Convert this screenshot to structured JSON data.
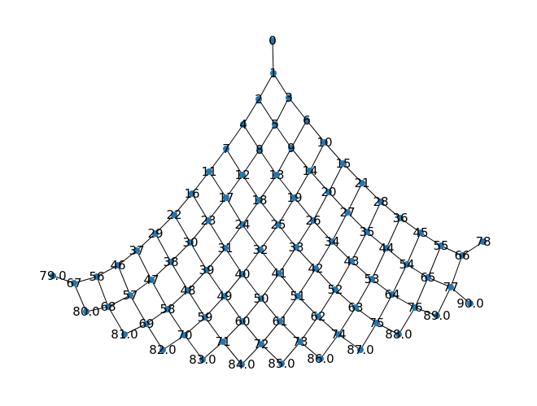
{
  "graph": {
    "node_color": "#1f77b4",
    "edge_color": "#000000",
    "label_color": "#000000",
    "nodes": [
      {
        "id": "0",
        "label": "0"
      },
      {
        "id": "1",
        "label": "1"
      },
      {
        "id": "2",
        "label": "2"
      },
      {
        "id": "3",
        "label": "3"
      },
      {
        "id": "4",
        "label": "4"
      },
      {
        "id": "5",
        "label": "5"
      },
      {
        "id": "6",
        "label": "6"
      },
      {
        "id": "7",
        "label": "7"
      },
      {
        "id": "8",
        "label": "8"
      },
      {
        "id": "9",
        "label": "9"
      },
      {
        "id": "10",
        "label": "10"
      },
      {
        "id": "11",
        "label": "11"
      },
      {
        "id": "12",
        "label": "12"
      },
      {
        "id": "13",
        "label": "13"
      },
      {
        "id": "14",
        "label": "14"
      },
      {
        "id": "15",
        "label": "15"
      },
      {
        "id": "16",
        "label": "16"
      },
      {
        "id": "17",
        "label": "17"
      },
      {
        "id": "18",
        "label": "18"
      },
      {
        "id": "19",
        "label": "19"
      },
      {
        "id": "20",
        "label": "20"
      },
      {
        "id": "21",
        "label": "21"
      },
      {
        "id": "22",
        "label": "22"
      },
      {
        "id": "23",
        "label": "23"
      },
      {
        "id": "24",
        "label": "24"
      },
      {
        "id": "25",
        "label": "25"
      },
      {
        "id": "26",
        "label": "26"
      },
      {
        "id": "27",
        "label": "27"
      },
      {
        "id": "28",
        "label": "28"
      },
      {
        "id": "29",
        "label": "29"
      },
      {
        "id": "30",
        "label": "30"
      },
      {
        "id": "31",
        "label": "31"
      },
      {
        "id": "32",
        "label": "32"
      },
      {
        "id": "33",
        "label": "33"
      },
      {
        "id": "34",
        "label": "34"
      },
      {
        "id": "35",
        "label": "35"
      },
      {
        "id": "36",
        "label": "36"
      },
      {
        "id": "37",
        "label": "37"
      },
      {
        "id": "38",
        "label": "38"
      },
      {
        "id": "39",
        "label": "39"
      },
      {
        "id": "40",
        "label": "40"
      },
      {
        "id": "41",
        "label": "41"
      },
      {
        "id": "42",
        "label": "42"
      },
      {
        "id": "43",
        "label": "43"
      },
      {
        "id": "44",
        "label": "44"
      },
      {
        "id": "45",
        "label": "45"
      },
      {
        "id": "46",
        "label": "46"
      },
      {
        "id": "47",
        "label": "47"
      },
      {
        "id": "48",
        "label": "48"
      },
      {
        "id": "49",
        "label": "49"
      },
      {
        "id": "50",
        "label": "50"
      },
      {
        "id": "51",
        "label": "51"
      },
      {
        "id": "52",
        "label": "52"
      },
      {
        "id": "53",
        "label": "53"
      },
      {
        "id": "54",
        "label": "54"
      },
      {
        "id": "55",
        "label": "55"
      },
      {
        "id": "56",
        "label": "56"
      },
      {
        "id": "57",
        "label": "57"
      },
      {
        "id": "58",
        "label": "58"
      },
      {
        "id": "59",
        "label": "59"
      },
      {
        "id": "60",
        "label": "60"
      },
      {
        "id": "61",
        "label": "61"
      },
      {
        "id": "62",
        "label": "62"
      },
      {
        "id": "63",
        "label": "63"
      },
      {
        "id": "64",
        "label": "64"
      },
      {
        "id": "65",
        "label": "65"
      },
      {
        "id": "66",
        "label": "66"
      },
      {
        "id": "67",
        "label": "67"
      },
      {
        "id": "68",
        "label": "68"
      },
      {
        "id": "69",
        "label": "69"
      },
      {
        "id": "70",
        "label": "70"
      },
      {
        "id": "71",
        "label": "71"
      },
      {
        "id": "72",
        "label": "72"
      },
      {
        "id": "73",
        "label": "73"
      },
      {
        "id": "74",
        "label": "74"
      },
      {
        "id": "75",
        "label": "75"
      },
      {
        "id": "76",
        "label": "76"
      },
      {
        "id": "77",
        "label": "77"
      },
      {
        "id": "78",
        "label": "78"
      },
      {
        "id": "79",
        "label": "79.0"
      },
      {
        "id": "80",
        "label": "80.0"
      },
      {
        "id": "81",
        "label": "81.0"
      },
      {
        "id": "82",
        "label": "82.0"
      },
      {
        "id": "83",
        "label": "83.0"
      },
      {
        "id": "84",
        "label": "84.0"
      },
      {
        "id": "85",
        "label": "85.0"
      },
      {
        "id": "86",
        "label": "86.0"
      },
      {
        "id": "87",
        "label": "87.0"
      },
      {
        "id": "88",
        "label": "88.0"
      },
      {
        "id": "89",
        "label": "89.0"
      },
      {
        "id": "90",
        "label": "90.0"
      }
    ],
    "edges": [
      [
        "0",
        "1"
      ],
      [
        "1",
        "2"
      ],
      [
        "1",
        "3"
      ],
      [
        "2",
        "4"
      ],
      [
        "2",
        "5"
      ],
      [
        "3",
        "5"
      ],
      [
        "3",
        "6"
      ],
      [
        "4",
        "7"
      ],
      [
        "4",
        "8"
      ],
      [
        "5",
        "8"
      ],
      [
        "5",
        "9"
      ],
      [
        "6",
        "9"
      ],
      [
        "6",
        "10"
      ],
      [
        "7",
        "11"
      ],
      [
        "7",
        "12"
      ],
      [
        "8",
        "12"
      ],
      [
        "8",
        "13"
      ],
      [
        "9",
        "13"
      ],
      [
        "9",
        "14"
      ],
      [
        "10",
        "14"
      ],
      [
        "10",
        "15"
      ],
      [
        "11",
        "16"
      ],
      [
        "11",
        "17"
      ],
      [
        "12",
        "17"
      ],
      [
        "12",
        "18"
      ],
      [
        "13",
        "18"
      ],
      [
        "13",
        "19"
      ],
      [
        "14",
        "19"
      ],
      [
        "14",
        "20"
      ],
      [
        "15",
        "20"
      ],
      [
        "15",
        "21"
      ],
      [
        "16",
        "22"
      ],
      [
        "16",
        "23"
      ],
      [
        "17",
        "23"
      ],
      [
        "17",
        "24"
      ],
      [
        "18",
        "24"
      ],
      [
        "18",
        "25"
      ],
      [
        "19",
        "25"
      ],
      [
        "19",
        "26"
      ],
      [
        "20",
        "26"
      ],
      [
        "20",
        "27"
      ],
      [
        "21",
        "27"
      ],
      [
        "21",
        "28"
      ],
      [
        "22",
        "29"
      ],
      [
        "22",
        "30"
      ],
      [
        "23",
        "30"
      ],
      [
        "23",
        "31"
      ],
      [
        "24",
        "31"
      ],
      [
        "24",
        "32"
      ],
      [
        "25",
        "32"
      ],
      [
        "25",
        "33"
      ],
      [
        "26",
        "33"
      ],
      [
        "26",
        "34"
      ],
      [
        "27",
        "34"
      ],
      [
        "27",
        "35"
      ],
      [
        "28",
        "35"
      ],
      [
        "28",
        "36"
      ],
      [
        "29",
        "37"
      ],
      [
        "29",
        "38"
      ],
      [
        "30",
        "38"
      ],
      [
        "30",
        "39"
      ],
      [
        "31",
        "39"
      ],
      [
        "31",
        "40"
      ],
      [
        "32",
        "40"
      ],
      [
        "32",
        "41"
      ],
      [
        "33",
        "41"
      ],
      [
        "33",
        "42"
      ],
      [
        "34",
        "42"
      ],
      [
        "34",
        "43"
      ],
      [
        "35",
        "43"
      ],
      [
        "35",
        "44"
      ],
      [
        "36",
        "44"
      ],
      [
        "36",
        "45"
      ],
      [
        "37",
        "46"
      ],
      [
        "37",
        "47"
      ],
      [
        "38",
        "47"
      ],
      [
        "38",
        "48"
      ],
      [
        "39",
        "48"
      ],
      [
        "39",
        "49"
      ],
      [
        "40",
        "49"
      ],
      [
        "40",
        "50"
      ],
      [
        "41",
        "50"
      ],
      [
        "41",
        "51"
      ],
      [
        "42",
        "51"
      ],
      [
        "42",
        "52"
      ],
      [
        "43",
        "52"
      ],
      [
        "43",
        "53"
      ],
      [
        "44",
        "53"
      ],
      [
        "44",
        "54"
      ],
      [
        "45",
        "54"
      ],
      [
        "45",
        "55"
      ],
      [
        "46",
        "56"
      ],
      [
        "46",
        "57"
      ],
      [
        "47",
        "57"
      ],
      [
        "47",
        "58"
      ],
      [
        "48",
        "58"
      ],
      [
        "48",
        "59"
      ],
      [
        "49",
        "59"
      ],
      [
        "49",
        "60"
      ],
      [
        "50",
        "60"
      ],
      [
        "50",
        "61"
      ],
      [
        "51",
        "61"
      ],
      [
        "51",
        "62"
      ],
      [
        "52",
        "62"
      ],
      [
        "52",
        "63"
      ],
      [
        "53",
        "63"
      ],
      [
        "53",
        "64"
      ],
      [
        "54",
        "64"
      ],
      [
        "54",
        "65"
      ],
      [
        "55",
        "65"
      ],
      [
        "55",
        "66"
      ],
      [
        "56",
        "67"
      ],
      [
        "56",
        "68"
      ],
      [
        "57",
        "68"
      ],
      [
        "57",
        "69"
      ],
      [
        "58",
        "69"
      ],
      [
        "58",
        "70"
      ],
      [
        "59",
        "70"
      ],
      [
        "59",
        "71"
      ],
      [
        "60",
        "71"
      ],
      [
        "60",
        "72"
      ],
      [
        "61",
        "72"
      ],
      [
        "61",
        "73"
      ],
      [
        "62",
        "73"
      ],
      [
        "62",
        "74"
      ],
      [
        "63",
        "74"
      ],
      [
        "63",
        "75"
      ],
      [
        "64",
        "75"
      ],
      [
        "64",
        "76"
      ],
      [
        "65",
        "76"
      ],
      [
        "65",
        "77"
      ],
      [
        "66",
        "77"
      ],
      [
        "66",
        "78"
      ],
      [
        "67",
        "79"
      ],
      [
        "67",
        "80"
      ],
      [
        "68",
        "80"
      ],
      [
        "68",
        "81"
      ],
      [
        "69",
        "81"
      ],
      [
        "69",
        "82"
      ],
      [
        "70",
        "82"
      ],
      [
        "70",
        "83"
      ],
      [
        "71",
        "83"
      ],
      [
        "71",
        "84"
      ],
      [
        "72",
        "84"
      ],
      [
        "72",
        "85"
      ],
      [
        "73",
        "85"
      ],
      [
        "73",
        "86"
      ],
      [
        "74",
        "86"
      ],
      [
        "74",
        "87"
      ],
      [
        "75",
        "87"
      ],
      [
        "75",
        "88"
      ],
      [
        "76",
        "88"
      ],
      [
        "76",
        "89"
      ],
      [
        "77",
        "89"
      ],
      [
        "77",
        "90"
      ]
    ]
  }
}
